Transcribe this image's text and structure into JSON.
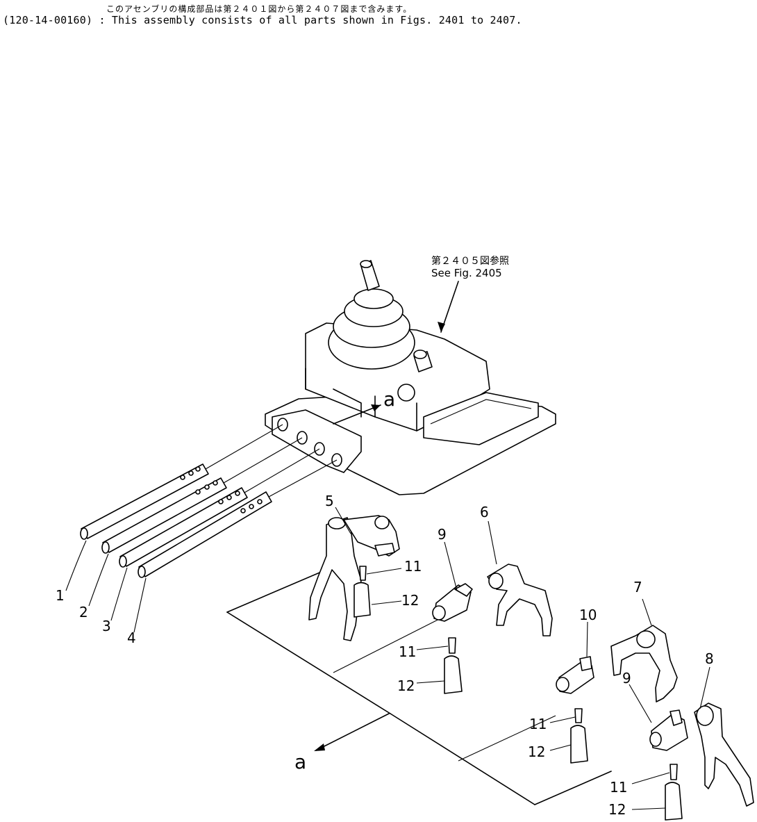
{
  "header": {
    "japanese_line": "このアセンブリの構成部品は第２４０１図から第２４０７図まで含みます。",
    "english_line": "(120-14-00160) : This assembly consists of all parts shown in Figs. 2401 to 2407."
  },
  "reference_note": {
    "japanese": "第２４０５図参照",
    "english": "See Fig. 2405"
  },
  "view_marker": "a",
  "part_labels": {
    "p1": "1",
    "p2": "2",
    "p3": "3",
    "p4": "4",
    "p5": "5",
    "p6": "6",
    "p7": "7",
    "p8": "8",
    "p9": "9",
    "p10": "10",
    "p11": "11",
    "p12": "12"
  }
}
